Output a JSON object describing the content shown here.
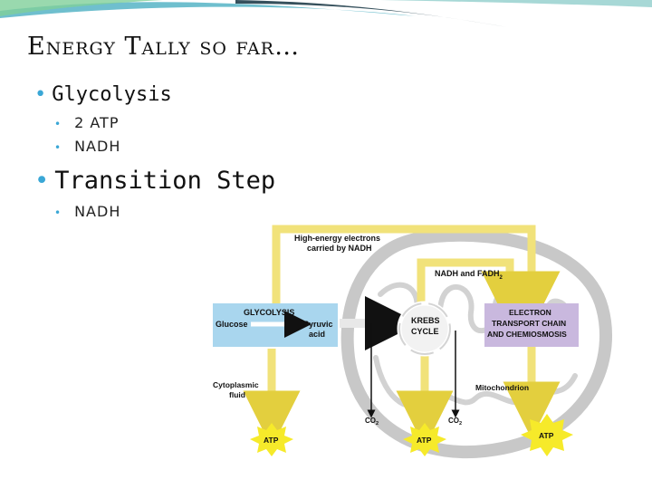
{
  "slide": {
    "title": "Energy Tally so far…",
    "bullets": [
      {
        "label": "Glycolysis",
        "subitems": [
          "2 ATP",
          "NADH"
        ]
      },
      {
        "label": "Transition Step",
        "subitems": [
          "NADH"
        ]
      }
    ]
  },
  "diagram": {
    "high_energy_line1": "High-energy electrons",
    "high_energy_line2": "carried by NADH",
    "nadh_fadh2": "NADH and FADH",
    "nadh_fadh2_sub": "2",
    "glycolysis": "GLYCOLYSIS",
    "glucose": "Glucose",
    "pyruvic_line1": "Pyruvic",
    "pyruvic_line2": "acid",
    "krebs_line1": "KREBS",
    "krebs_line2": "CYCLE",
    "etc_line1": "ELECTRON",
    "etc_line2": "TRANSPORT CHAIN",
    "etc_line3": "AND CHEMIOSMOSIS",
    "cytoplasmic_line1": "Cytoplasmic",
    "cytoplasmic_line2": "fluid",
    "mitochondrion": "Mitochondrion",
    "co2": "CO",
    "co2_sub": "2",
    "atp": "ATP"
  },
  "colors": {
    "accent": "#3aa7d6",
    "yellow_arrow": "#f1e27a",
    "glycolysis_box": "#a9d6ee",
    "etc_box": "#c9b8de",
    "atp_burst": "#f6ea2a",
    "mito_gray": "#c8c8c8"
  }
}
